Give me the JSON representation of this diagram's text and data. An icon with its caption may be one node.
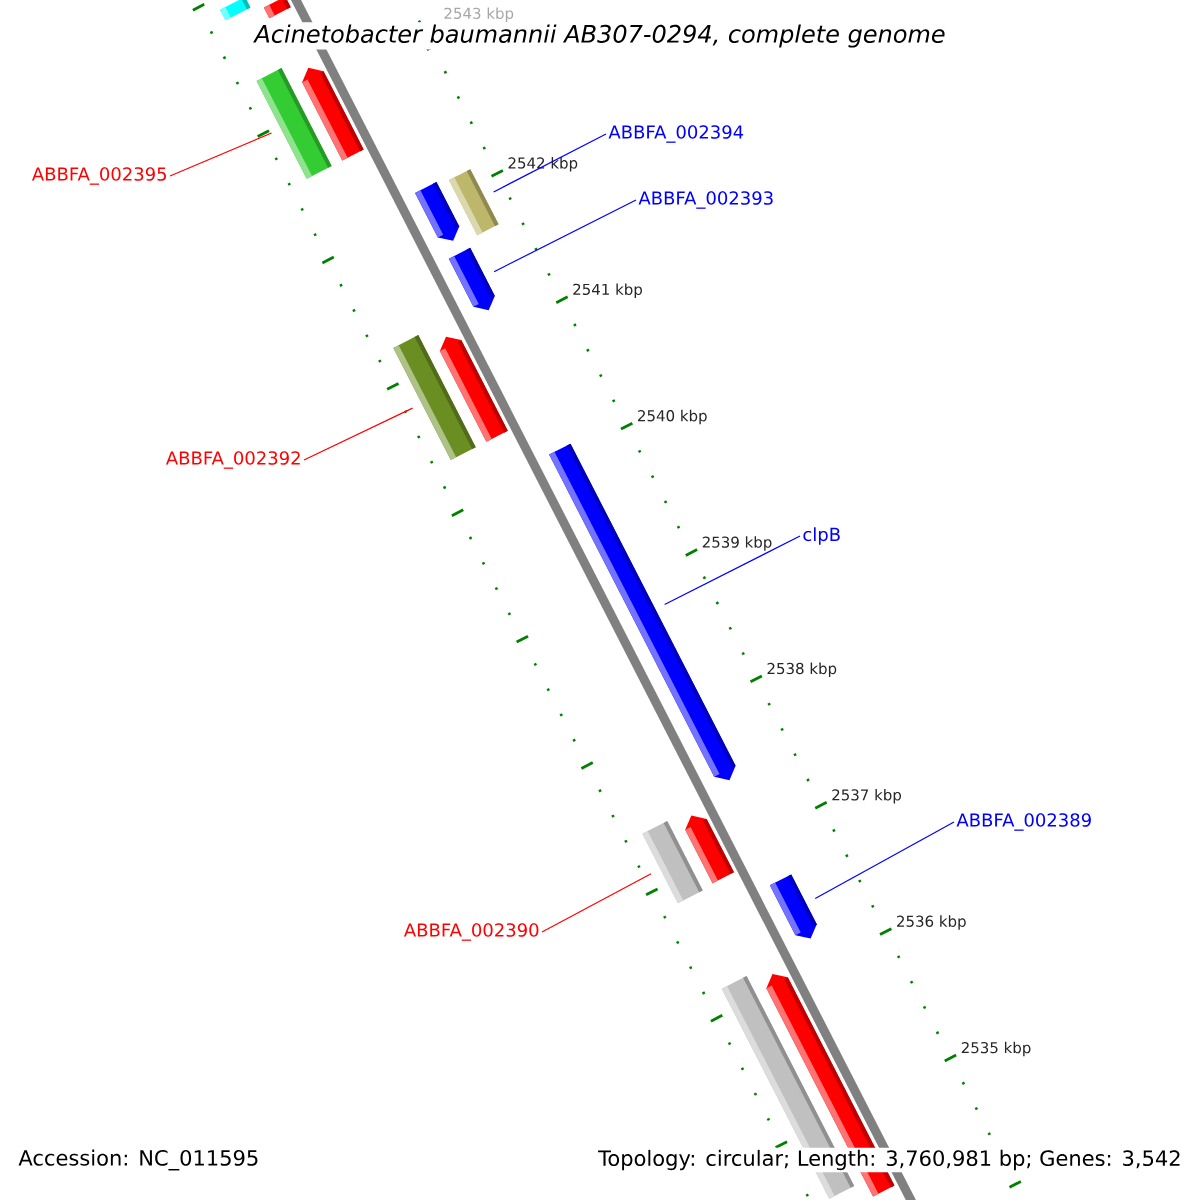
{
  "diagram": {
    "title": "Acinetobacter baumannii AB307-0294, complete genome",
    "nodes": [
      {
        "text": [
          "ABBFA_002395"
        ]
      },
      {
        "text": [
          "ABBFA_002394"
        ]
      },
      {
        "text": [
          "ABBFA_002393"
        ]
      },
      {
        "text": [
          "ABBFA_002392"
        ]
      },
      {
        "text": [
          "clpB"
        ]
      },
      {
        "text": [
          "ABBFA_002389"
        ]
      },
      {
        "text": [
          "ABBFA_002390"
        ]
      },
      {
        "text": [],
        "shape": "bar"
      },
      {
        "text": [],
        "shape": "bar"
      },
      {
        "text": [],
        "shape": "bar"
      },
      {
        "text": [],
        "shape": "bar"
      },
      {
        "text": [],
        "shape": "bar"
      },
      {
        "text": [],
        "shape": "bar"
      },
      {
        "text": [],
        "shape": "bar"
      },
      {
        "text": [],
        "shape": "bar"
      },
      {
        "text": [],
        "shape": "bar"
      },
      {
        "text": [],
        "shape": "bar"
      },
      {
        "text": [],
        "shape": "bar"
      },
      {
        "text": [],
        "shape": "bar"
      },
      {
        "text": [],
        "shape": "bar"
      },
      {
        "text": [],
        "shape": "bar"
      },
      {
        "text": [],
        "shape": "bar"
      }
    ],
    "edges": [
      {
        "from": 0,
        "to": 9,
        "arrow": "none",
        "color": "#ff0000"
      },
      {
        "from": 1,
        "to": 12,
        "arrow": "none",
        "color": "#0000ff"
      },
      {
        "from": 2,
        "to": 13,
        "arrow": "none",
        "color": "#0000ff"
      },
      {
        "from": 3,
        "to": 14,
        "arrow": "none",
        "color": "#ff0000"
      },
      {
        "from": 4,
        "to": 16,
        "arrow": "none",
        "color": "#0000ff"
      },
      {
        "from": 5,
        "to": 19,
        "arrow": "none",
        "color": "#0000ff"
      },
      {
        "from": 6,
        "to": 17,
        "arrow": "none",
        "color": "#ff0000"
      }
    ],
    "labels": [
      "2543 kbp",
      "2542 kbp",
      "2541 kbp",
      "2540 kbp",
      "2539 kbp",
      "2538 kbp",
      "2537 kbp",
      "2536 kbp",
      "2535 kbp",
      "Accession: NC_011595",
      "Topology: circular; Length: 3,760,981 bp; Genes: 3,542"
    ]
  }
}
